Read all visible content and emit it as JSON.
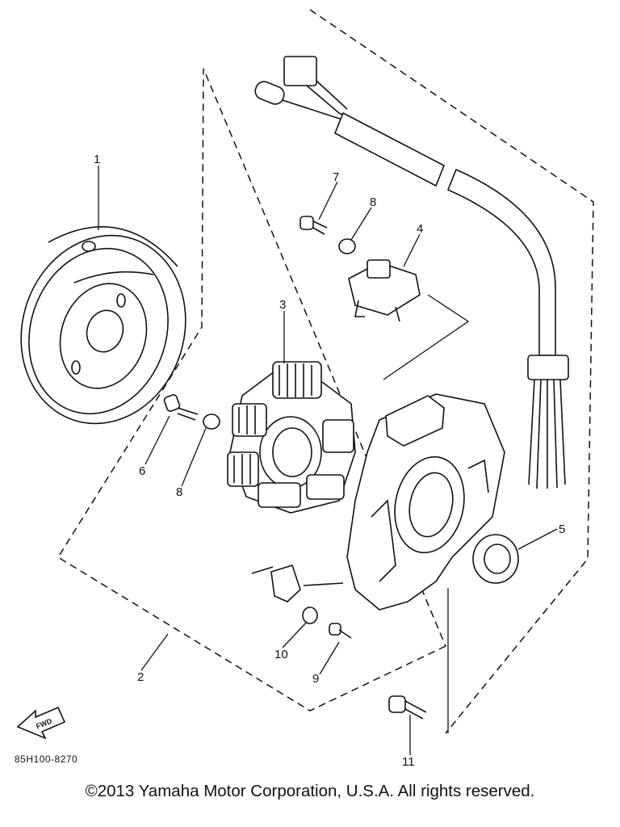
{
  "callouts": [
    {
      "id": "1",
      "text": "1"
    },
    {
      "id": "2",
      "text": "2"
    },
    {
      "id": "3",
      "text": "3"
    },
    {
      "id": "4",
      "text": "4"
    },
    {
      "id": "5",
      "text": "5"
    },
    {
      "id": "6",
      "text": "6"
    },
    {
      "id": "7",
      "text": "7"
    },
    {
      "id": "8a",
      "text": "8"
    },
    {
      "id": "8b",
      "text": "8"
    },
    {
      "id": "9",
      "text": "9"
    },
    {
      "id": "10",
      "text": "10"
    },
    {
      "id": "11",
      "text": "11"
    }
  ],
  "fwd_label": "FWD",
  "diagram_code": "85H100-8270",
  "copyright": "©2013 Yamaha Motor Corporation, U.S.A. All rights reserved."
}
